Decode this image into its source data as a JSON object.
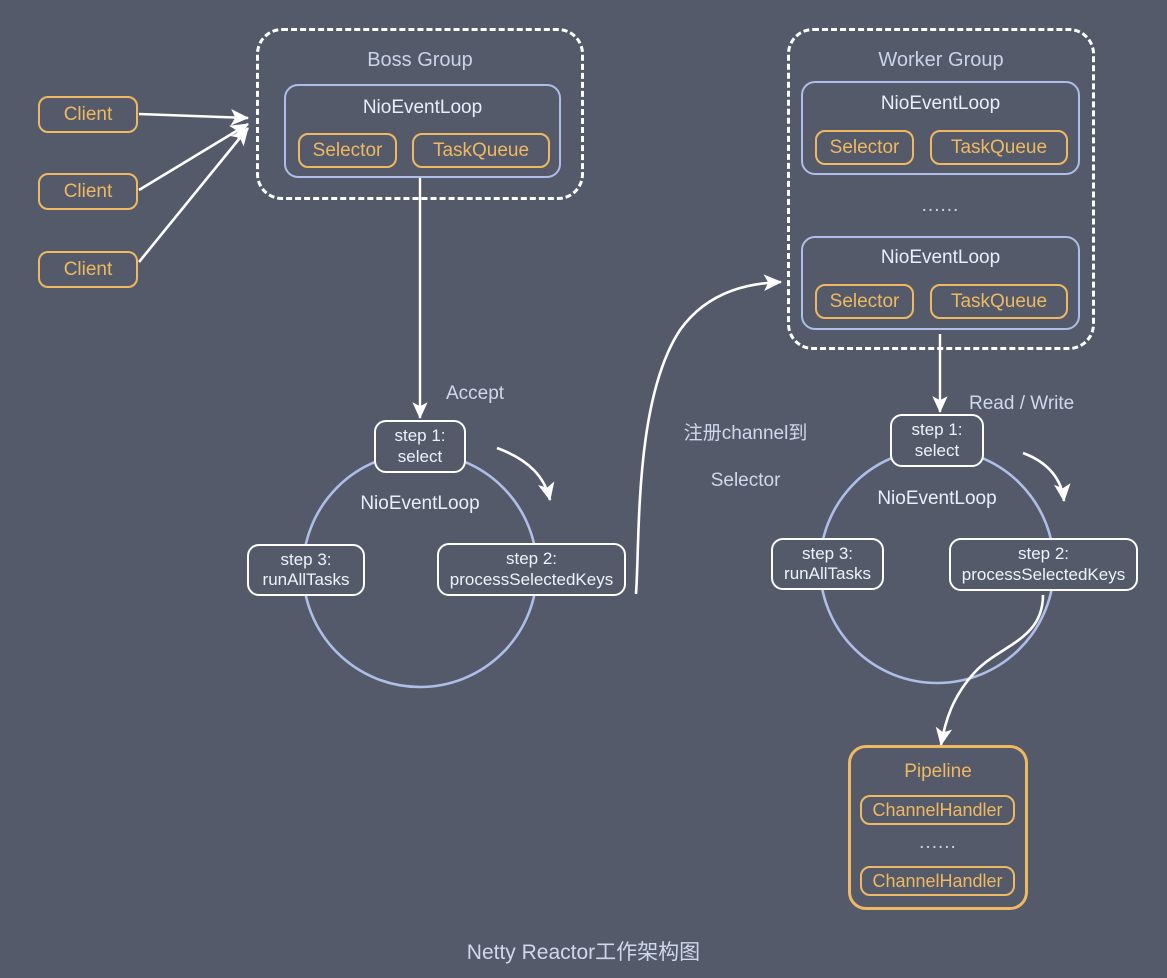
{
  "diagram": {
    "caption": "Netty Reactor工作架构图",
    "colors": {
      "background": "#545a69",
      "orange": "#efb962",
      "blue": "#aebee8",
      "white": "#ffffff",
      "text_light": "#e9eefb",
      "label_text": "#cfd8ec"
    }
  },
  "clients": [
    {
      "label": "Client"
    },
    {
      "label": "Client"
    },
    {
      "label": "Client"
    }
  ],
  "boss_group": {
    "title": "Boss Group",
    "event_loops": [
      {
        "title": "NioEventLoop",
        "components": [
          {
            "label": "Selector"
          },
          {
            "label": "TaskQueue"
          }
        ]
      }
    ]
  },
  "worker_group": {
    "title": "Worker Group",
    "ellipsis": "......",
    "event_loops": [
      {
        "title": "NioEventLoop",
        "components": [
          {
            "label": "Selector"
          },
          {
            "label": "TaskQueue"
          }
        ]
      },
      {
        "title": "NioEventLoop",
        "components": [
          {
            "label": "Selector"
          },
          {
            "label": "TaskQueue"
          }
        ]
      }
    ]
  },
  "boss_loop": {
    "center_label": "NioEventLoop",
    "incoming_label": "Accept",
    "steps": [
      {
        "line1": "step 1:",
        "line2": "select"
      },
      {
        "line1": "step 2:",
        "line2": "processSelectedKeys"
      },
      {
        "line1": "step 3:",
        "line2": "runAllTasks"
      }
    ]
  },
  "worker_loop": {
    "center_label": "NioEventLoop",
    "incoming_label": "Read / Write",
    "steps": [
      {
        "line1": "step 1:",
        "line2": "select"
      },
      {
        "line1": "step 2:",
        "line2": "processSelectedKeys"
      },
      {
        "line1": "step 3:",
        "line2": "runAllTasks"
      }
    ]
  },
  "register_edge": {
    "line1": "注册channel到",
    "line2": "Selector"
  },
  "pipeline": {
    "title": "Pipeline",
    "ellipsis": "......",
    "handlers": [
      {
        "label": "ChannelHandler"
      },
      {
        "label": "ChannelHandler"
      }
    ]
  }
}
